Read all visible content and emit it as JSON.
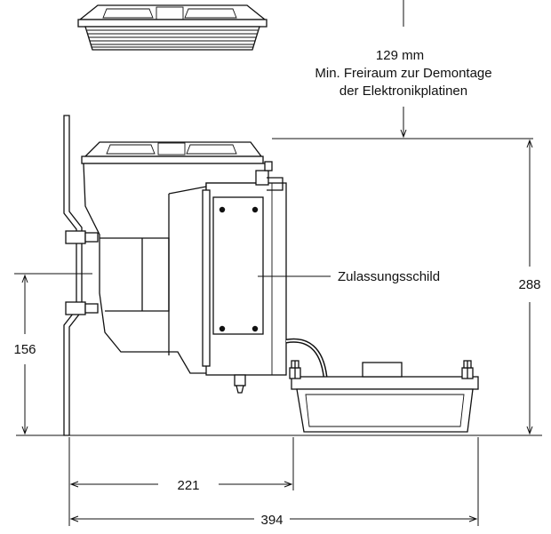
{
  "dimensions": {
    "freiraum_value": "129 mm",
    "freiraum_line1": "Min. Freiraum zur Demontage",
    "freiraum_line2": "der Elektronikplatinen",
    "height_total": "288",
    "height_center": "156",
    "width_mount": "221",
    "width_total": "394"
  },
  "labels": {
    "approval_plate": "Zulassungsschild"
  }
}
